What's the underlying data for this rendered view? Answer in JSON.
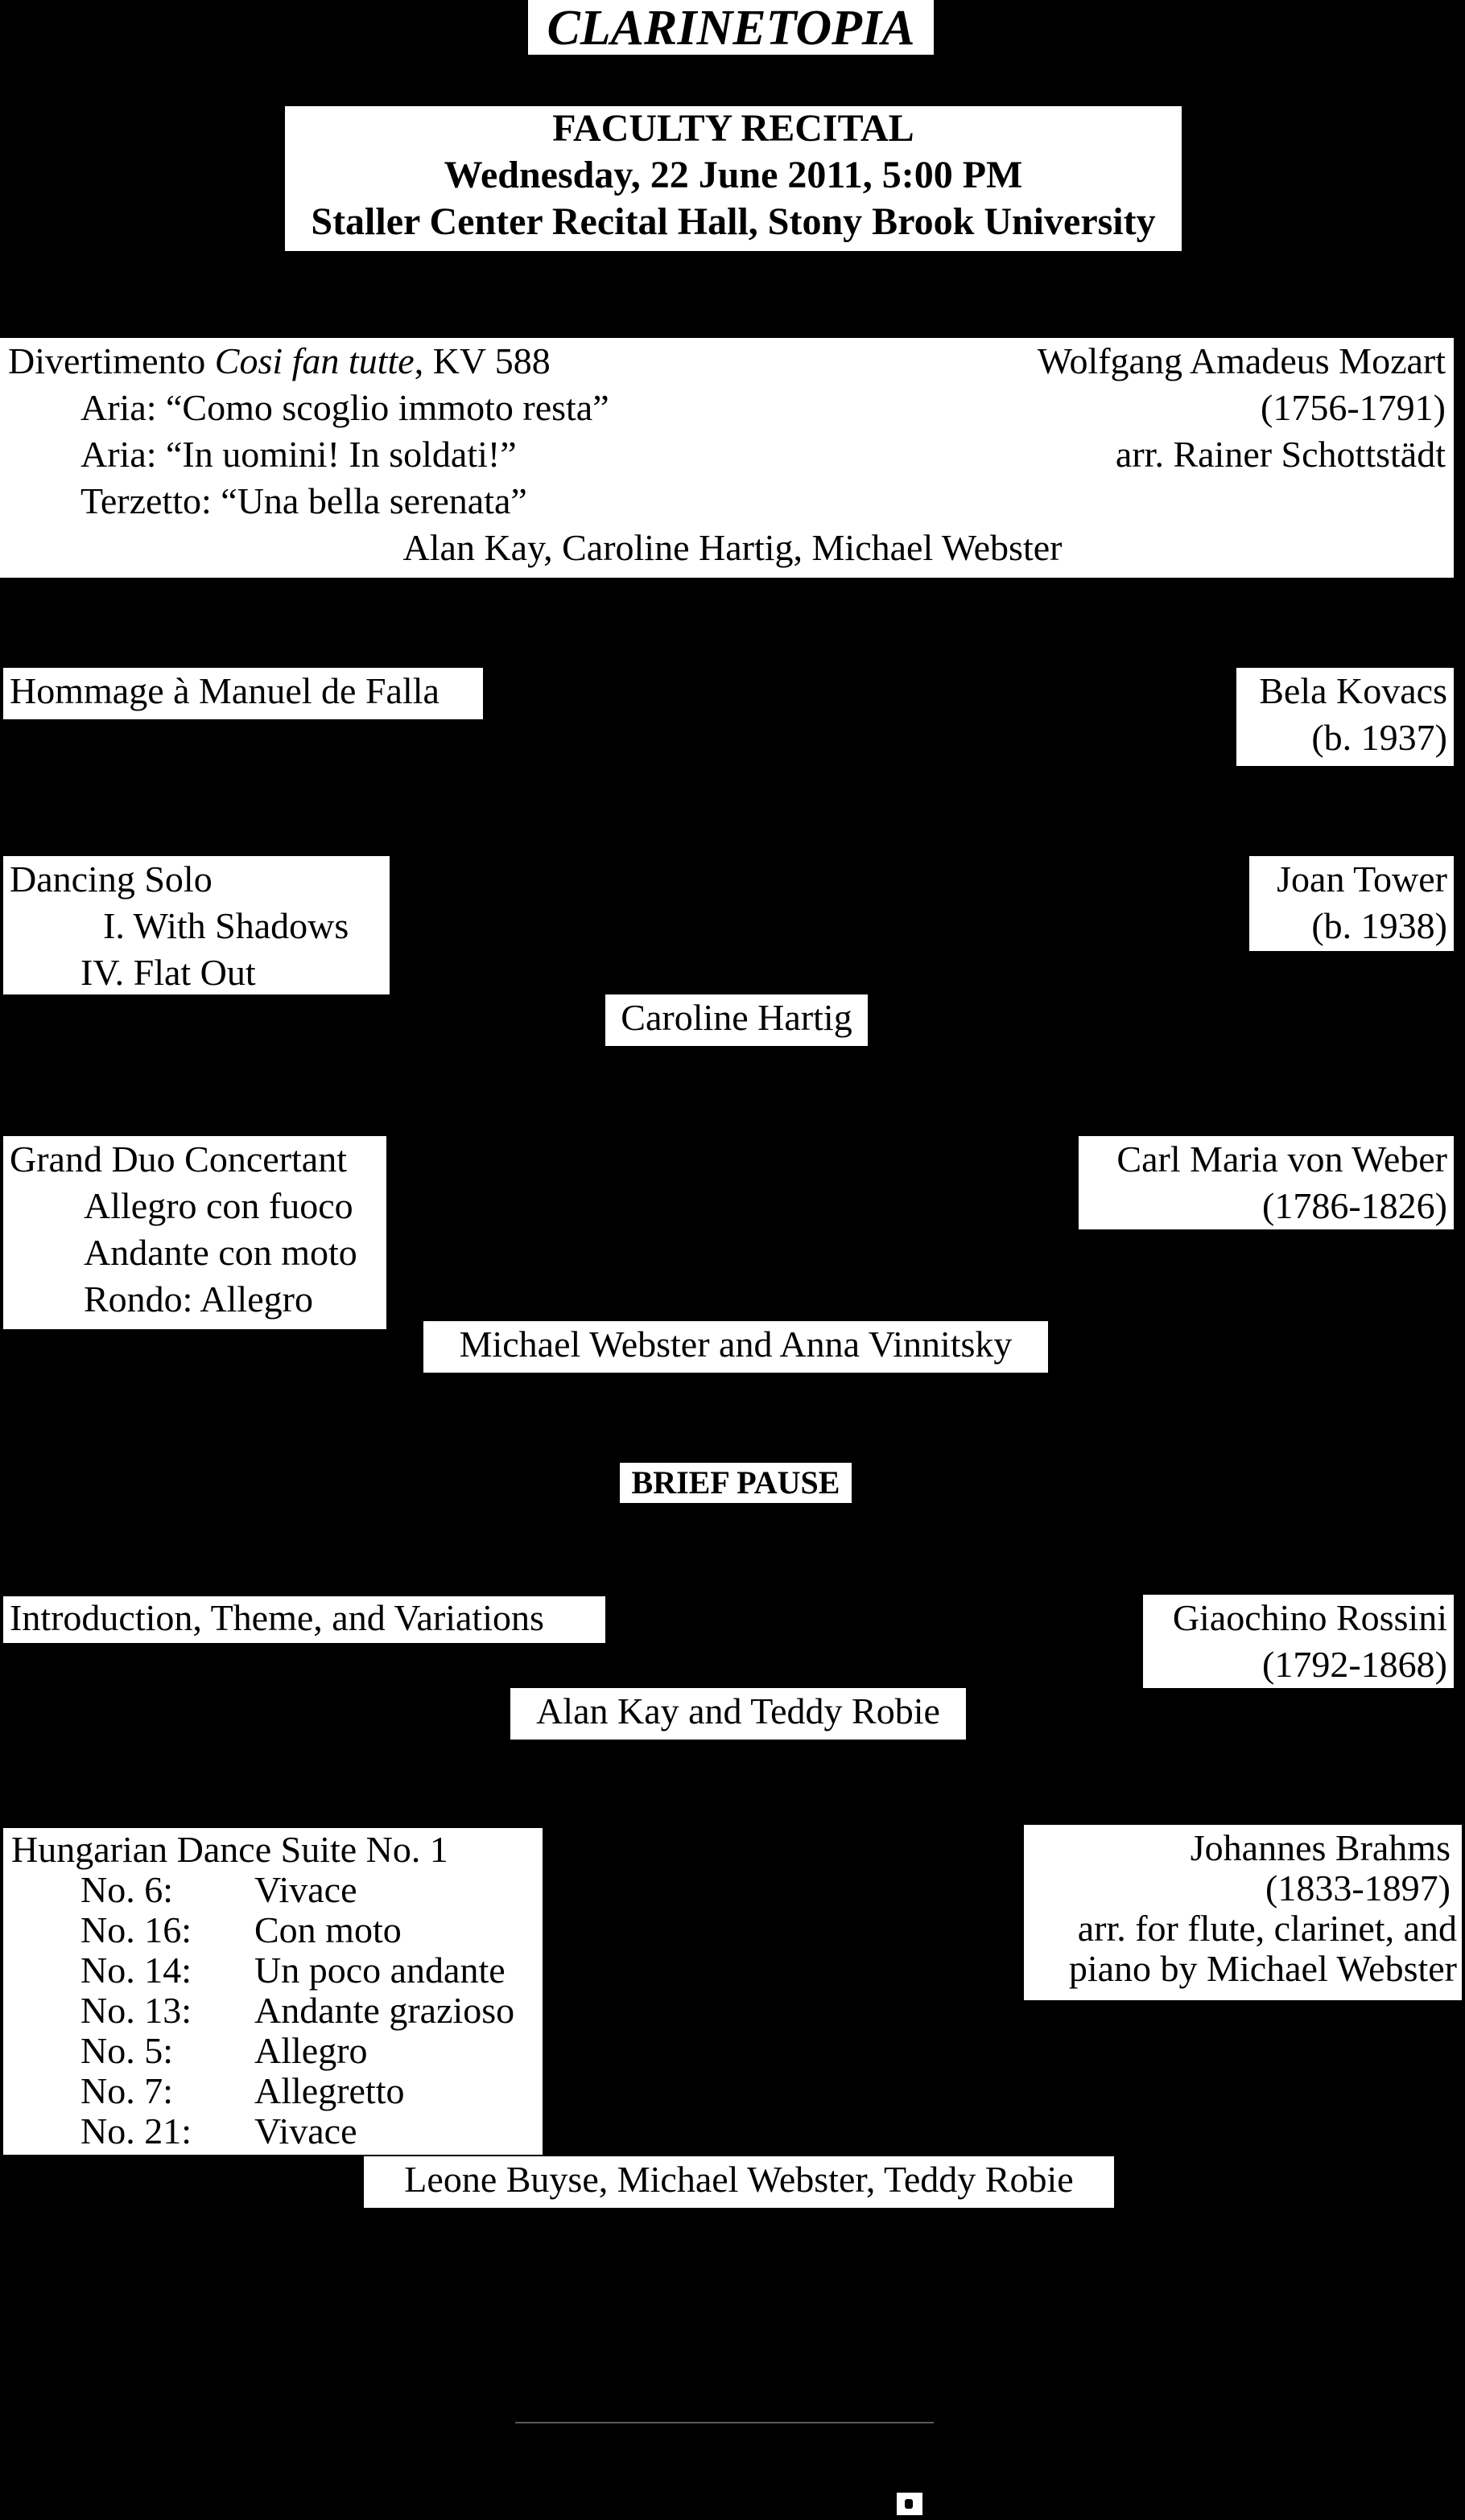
{
  "title": "CLARINETOPIA",
  "header": {
    "line1": "FACULTY RECITAL",
    "line2": "Wednesday, 22 June 2011, 5:00 PM",
    "line3": "Staller Center Recital Hall, Stony Brook University"
  },
  "mozart": {
    "title_pre": "Divertimento ",
    "title_italic": "Cosi fan tutte",
    "title_post": ", KV 588",
    "movements": [
      "Aria: “Como scoglio immoto  resta”",
      "Aria: “In uomini! In soldati!”",
      "Terzetto: “Una bella serenata”"
    ],
    "composer": "Wolfgang Amadeus Mozart",
    "dates": "(1756-1791)",
    "arranger": "arr. Rainer Schottstädt",
    "performers": "Alan Kay, Caroline Hartig, Michael Webster"
  },
  "kovacs": {
    "title": "Hommage à Manuel de Falla",
    "composer": "Bela Kovacs",
    "dates": "(b. 1937)"
  },
  "tower": {
    "title": "Dancing Solo",
    "movements": [
      "I.  With Shadows",
      "IV. Flat Out"
    ],
    "composer": "Joan Tower",
    "dates": "(b. 1938)",
    "performers": "Caroline Hartig"
  },
  "weber": {
    "title": "Grand Duo Concertant",
    "movements": [
      "Allegro con fuoco",
      "Andante con moto",
      "Rondo: Allegro"
    ],
    "composer": "Carl Maria von Weber",
    "dates": "(1786-1826)",
    "performers": "Michael Webster and Anna Vinnitsky"
  },
  "pause": "BRIEF PAUSE",
  "rossini": {
    "title": "Introduction, Theme, and Variations",
    "composer": "Giaochino Rossini",
    "dates": "(1792-1868)",
    "performers": "Alan Kay and Teddy Robie"
  },
  "brahms": {
    "title": "Hungarian Dance Suite No. 1",
    "dances": [
      {
        "num": "No. 6:",
        "tempo": "Vivace"
      },
      {
        "num": "No. 16:",
        "tempo": "Con moto"
      },
      {
        "num": "No. 14:",
        "tempo": "Un poco andante"
      },
      {
        "num": "No. 13:",
        "tempo": "Andante grazioso"
      },
      {
        "num": "No. 5:",
        "tempo": "Allegro"
      },
      {
        "num": "No. 7:",
        "tempo": "Allegretto"
      },
      {
        "num": "No. 21:",
        "tempo": "Vivace"
      }
    ],
    "composer": "Johannes Brahms",
    "dates": "(1833-1897)",
    "arranger_line1": "arr. for flute, clarinet, and",
    "arranger_line2": "piano by Michael Webster",
    "performers": "Leone Buyse, Michael Webster, Teddy Robie"
  }
}
